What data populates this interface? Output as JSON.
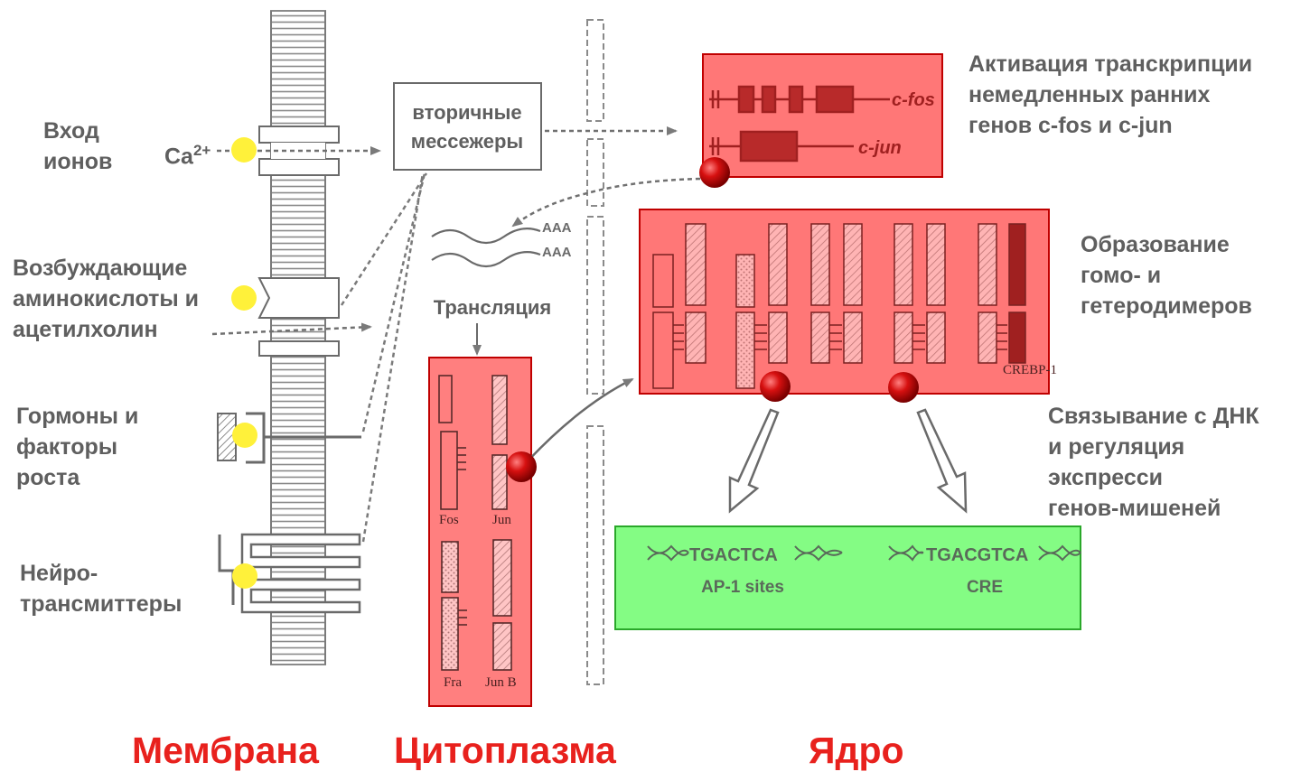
{
  "left_labels": {
    "ion_entry": "Вход\nионов",
    "calcium": "Ca",
    "calcium_sup": "2+",
    "amino_acids": "Возбуждающие\nаминокислоты и\nацетилхолин",
    "hormones": "Гормоны и\nфакторы\nроста",
    "neurotransmitters": "Нейро-\nтрансмиттеры"
  },
  "second_messengers": {
    "line1": "вторичные",
    "line2": "мессежеры"
  },
  "cytoplasm": {
    "poly_a_1": "AAA",
    "poly_a_2": "AAA",
    "translation": "Трансляция",
    "proteins": [
      "Fos",
      "Jun",
      "Fra",
      "Jun B"
    ]
  },
  "genes": {
    "c_fos": "c-fos",
    "c_jun": "c-jun"
  },
  "dimers": {
    "crebp": "CREBP-1"
  },
  "dna": {
    "ap1_seq": "TGACTCA",
    "ap1_label": "AP-1 sites",
    "cre_seq": "TGACGTCA",
    "cre_label": "CRE"
  },
  "right_labels": {
    "activation": "Активация транскрипции\nнемедленных ранних\nгенов c-fos и c-jun",
    "dimerization": "Образование\nгомо- и\nгетеродимеров",
    "dna_binding": "Связывание с ДНК\nи регуляция\nэкспресси\nгенов-мишеней"
  },
  "captions": {
    "membrane": "Мембрана",
    "cytoplasm": "Цитоплазма",
    "nucleus": "Ядро"
  },
  "colors": {
    "highlight_red": "#ff5f5f",
    "highlight_green": "#7dfc7d",
    "caption_red": "#e8211d",
    "marker_yellow": "#fff13a",
    "marker_red": "#c80a0a",
    "label_grey": "#5f5f5f"
  }
}
